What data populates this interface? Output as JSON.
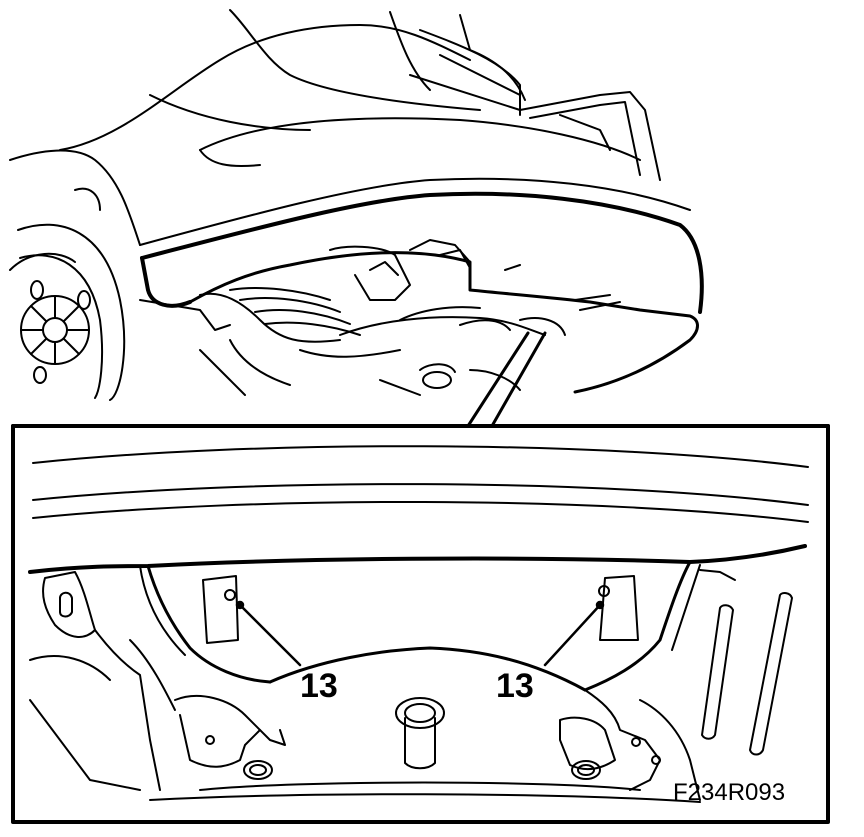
{
  "figure": {
    "callouts": [
      "13",
      "13"
    ],
    "figure_id": "F234R093"
  }
}
